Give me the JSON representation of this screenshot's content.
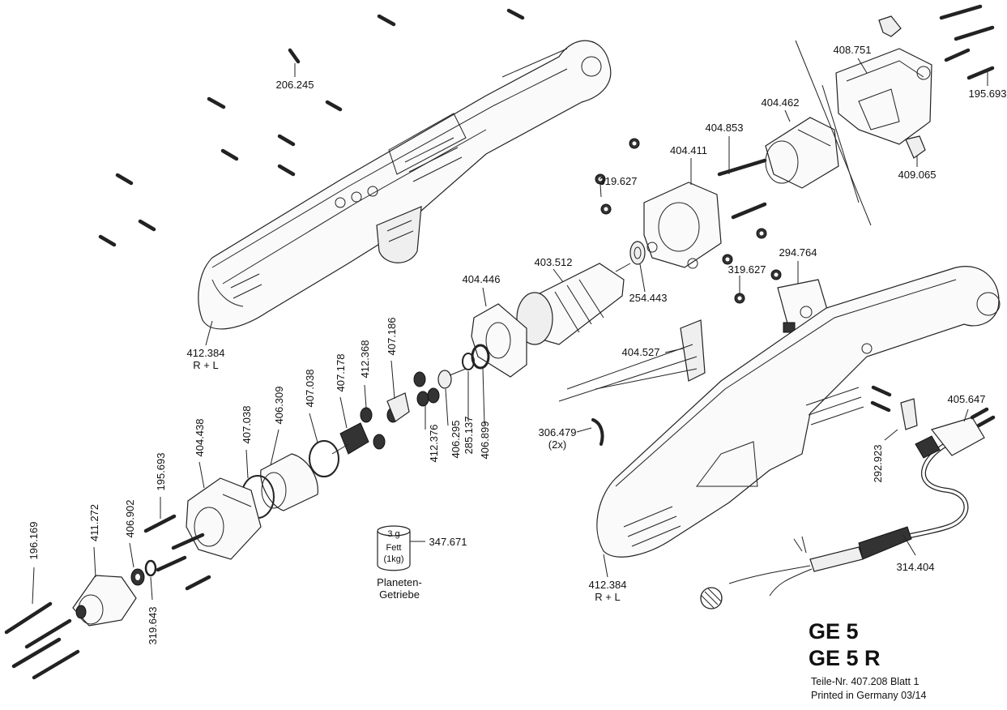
{
  "parts": [
    {
      "id": "p206245",
      "label": "206.245"
    },
    {
      "id": "p412384a",
      "label": "412.384",
      "sub": "R + L"
    },
    {
      "id": "p412384b",
      "label": "412.384",
      "sub": "R + L"
    },
    {
      "id": "p408751",
      "label": "408.751"
    },
    {
      "id": "p195693a",
      "label": "195.693"
    },
    {
      "id": "p404462",
      "label": "404.462"
    },
    {
      "id": "p404853",
      "label": "404.853"
    },
    {
      "id": "p404411",
      "label": "404.411"
    },
    {
      "id": "p319627a",
      "label": "319.627"
    },
    {
      "id": "p409065",
      "label": "409.065"
    },
    {
      "id": "p294764",
      "label": "294.764"
    },
    {
      "id": "p319627b",
      "label": "319.627"
    },
    {
      "id": "p403512",
      "label": "403.512"
    },
    {
      "id": "p254443",
      "label": "254.443"
    },
    {
      "id": "p404446",
      "label": "404.446"
    },
    {
      "id": "p404527",
      "label": "404.527"
    },
    {
      "id": "p412368",
      "label": "412.368"
    },
    {
      "id": "p407186",
      "label": "407.186"
    },
    {
      "id": "p407178",
      "label": "407.178"
    },
    {
      "id": "p407038a",
      "label": "407.038"
    },
    {
      "id": "p406309",
      "label": "406.309"
    },
    {
      "id": "p407038b",
      "label": "407.038"
    },
    {
      "id": "p404438",
      "label": "404.438"
    },
    {
      "id": "p195693b",
      "label": "195.693"
    },
    {
      "id": "p406902",
      "label": "406.902"
    },
    {
      "id": "p411272",
      "label": "411.272"
    },
    {
      "id": "p196169",
      "label": "196.169"
    },
    {
      "id": "p319643",
      "label": "319.643"
    },
    {
      "id": "p412376",
      "label": "412.376"
    },
    {
      "id": "p406295",
      "label": "406.295"
    },
    {
      "id": "p285137",
      "label": "285.137"
    },
    {
      "id": "p406899",
      "label": "406.899"
    },
    {
      "id": "p306479",
      "label": "306.479",
      "sub": "(2x)"
    },
    {
      "id": "p405647",
      "label": "405.647"
    },
    {
      "id": "p292923",
      "label": "292.923"
    },
    {
      "id": "p314404",
      "label": "314.404"
    },
    {
      "id": "p347671",
      "label": "347.671"
    }
  ],
  "grease": {
    "amount": "3 g",
    "name": "Fett",
    "qty": "(1kg)",
    "caption1": "Planeten-",
    "caption2": "Getriebe"
  },
  "title": {
    "line1": "GE 5",
    "line2": "GE 5 R"
  },
  "meta": {
    "part_no": "Teile-Nr. 407.208  Blatt 1",
    "printed": "Printed in Germany 03/14"
  }
}
